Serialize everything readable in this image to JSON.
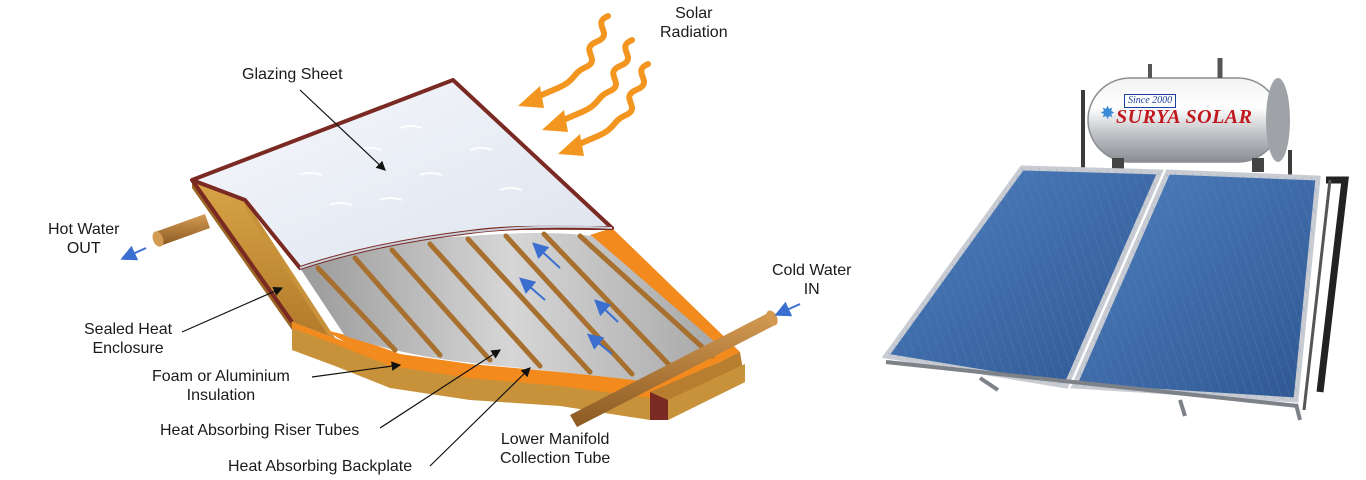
{
  "labels": {
    "solar": [
      "Solar",
      "Radiation"
    ],
    "glazing": "Glazing Sheet",
    "hot_water": [
      "Hot Water",
      "OUT"
    ],
    "cold_water": [
      "Cold Water",
      "IN"
    ],
    "sealed": [
      "Sealed Heat",
      "Enclosure"
    ],
    "foam": [
      "Foam or Aluminium",
      "Insulation"
    ],
    "riser": "Heat Absorbing Riser Tubes",
    "manifold": [
      "Lower Manifold",
      "Collection Tube"
    ],
    "backplate": "Heat Absorbing Backplate"
  },
  "brand": {
    "since": "Since 2000",
    "name": "SURYA SOLAR"
  },
  "colors": {
    "frame": "#c8923a",
    "frame_dark": "#8a5a1e",
    "frame_rim": "#7a2a22",
    "insulation": "#f28a1e",
    "tube": "#a8702f",
    "arrow_orange": "#f29620",
    "flow_blue": "#3a6fd0",
    "panel_blue": "#3e6ba8",
    "brand_red": "#c0181e"
  }
}
